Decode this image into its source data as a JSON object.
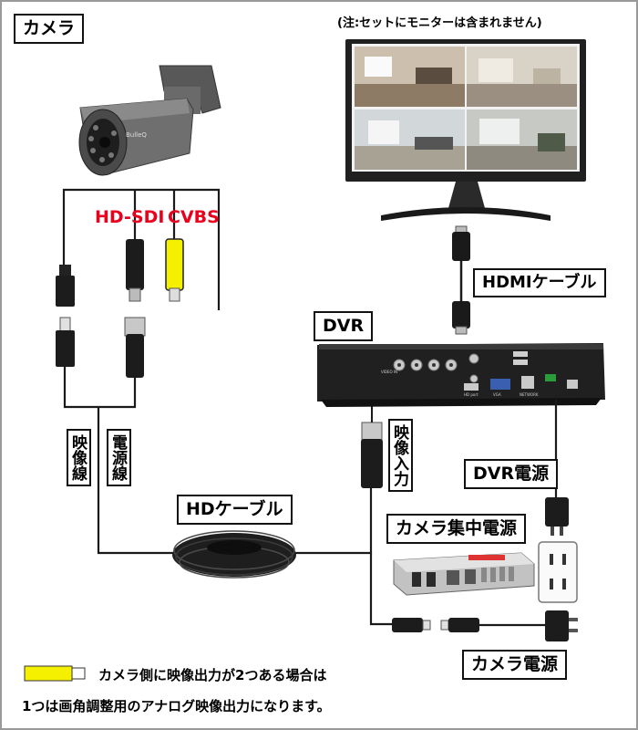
{
  "labels": {
    "camera": "カメラ",
    "monitor_note": "(注:セットにモニターは含まれません)",
    "hdmi_cable": "HDMIケーブル",
    "dvr": "DVR",
    "hd_sdi": "HD-SDI",
    "cvbs": "CVBS",
    "video_line": "映像線",
    "power_line": "電源線",
    "video_input": "映像入力",
    "dvr_power": "DVR電源",
    "hd_cable": "HDケーブル",
    "central_power": "カメラ集中電源",
    "camera_power": "カメラ電源"
  },
  "footnote": {
    "line1": "カメラ側に映像出力が2つある場合は",
    "line2": "1つは画角調整用のアナログ映像出力になります。"
  },
  "colors": {
    "label_red": "#e8001c",
    "cvbs_yellow": "#f5f000",
    "cable": "#1a1a1a"
  }
}
